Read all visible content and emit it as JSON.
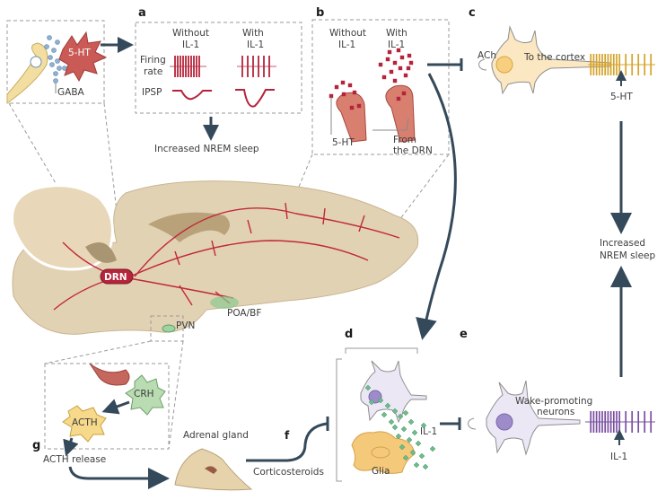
{
  "panels": {
    "a": {
      "label": "a",
      "col_without": [
        "Without",
        "IL-1"
      ],
      "col_with": [
        "With",
        "IL-1"
      ],
      "row_firing": [
        "Firing",
        "rate"
      ],
      "row_ipsp": "IPSP",
      "outcome": "Increased NREM sleep"
    },
    "b": {
      "label": "b",
      "col_without": [
        "Without",
        "IL-1"
      ],
      "col_with": [
        "With",
        "IL-1"
      ],
      "serotonin": "5-HT",
      "source": [
        "From",
        "the DRN"
      ]
    },
    "c": {
      "label": "c",
      "transmitter": "ACh",
      "projection": "To the cortex",
      "modulator": "5-HT"
    },
    "d": {
      "label": "d",
      "cytokine": "IL-1",
      "glia": "Glia"
    },
    "e": {
      "label": "e",
      "neurons": [
        "Wake-promoting",
        "neurons"
      ],
      "modulator": "IL-1"
    },
    "f": {
      "label": "f",
      "hormone": "Corticosteroids"
    },
    "g": {
      "label": "g",
      "release": "ACTH release"
    }
  },
  "inset": {
    "serotonin": "5-HT",
    "gaba": "GABA"
  },
  "brain": {
    "drn": "DRN",
    "poa": "POA/BF",
    "pvn": "PVN"
  },
  "hpa": {
    "crh": "CRH",
    "acth": "ACTH",
    "adrenal": "Adrenal gland"
  },
  "outcome_right": [
    "Increased",
    "NREM sleep"
  ],
  "colors": {
    "arrow": "#34495a",
    "serotonin_red": "#b5243a",
    "cholinergic_gold": "#d4a32a",
    "wake_purple": "#7a4fa0",
    "il1_green": "#5aa77a",
    "brain_tan": "#e2d2b4"
  }
}
